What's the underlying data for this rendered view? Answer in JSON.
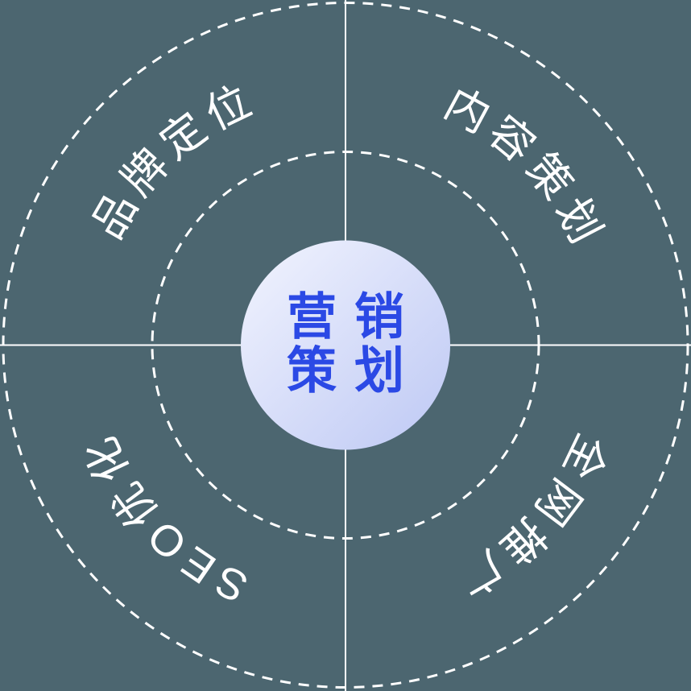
{
  "diagram": {
    "center": {
      "lines": [
        "营销",
        "策划"
      ]
    },
    "ring_labels": [
      {
        "id": "brand-positioning",
        "text": "品牌定位",
        "position": "top-left"
      },
      {
        "id": "content-planning",
        "text": "内容策划",
        "position": "top-right"
      },
      {
        "id": "seo-optimization",
        "text": "SEO优化",
        "position": "bottom-left"
      },
      {
        "id": "network-promotion",
        "text": "全网推广",
        "position": "bottom-right"
      }
    ],
    "colors": {
      "background": "#4C6670",
      "line": "#FFFFFF",
      "label_text": "#FFFFFF",
      "center_text": "#2B49E5",
      "center_circle_top": "#F2F4FE",
      "center_circle_bottom": "#BDC8F4"
    }
  }
}
